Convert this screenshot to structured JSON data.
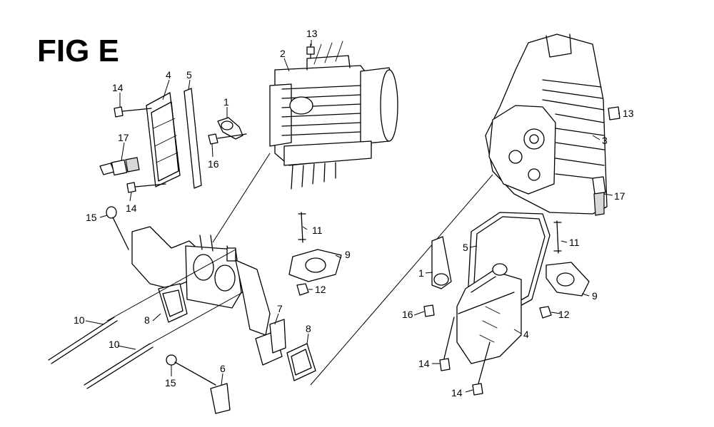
{
  "title": "FIG E",
  "callouts": {
    "c13a": "13",
    "c2": "2",
    "c4a": "4",
    "c5a": "5",
    "c14a": "14",
    "c1a": "1",
    "c17a": "17",
    "c16a": "16",
    "c14b": "14",
    "c15a": "15",
    "c11a": "11",
    "c9a": "9",
    "c12a": "12",
    "c8a": "8",
    "c7": "7",
    "c8b": "8",
    "c10a": "10",
    "c10b": "10",
    "c15b": "15",
    "c6": "6",
    "c13b": "13",
    "c3": "3",
    "c17b": "17",
    "c5b": "5",
    "c11b": "11",
    "c1b": "1",
    "c9b": "9",
    "c16b": "16",
    "c12b": "12",
    "c4b": "4",
    "c14c": "14",
    "c14d": "14"
  }
}
